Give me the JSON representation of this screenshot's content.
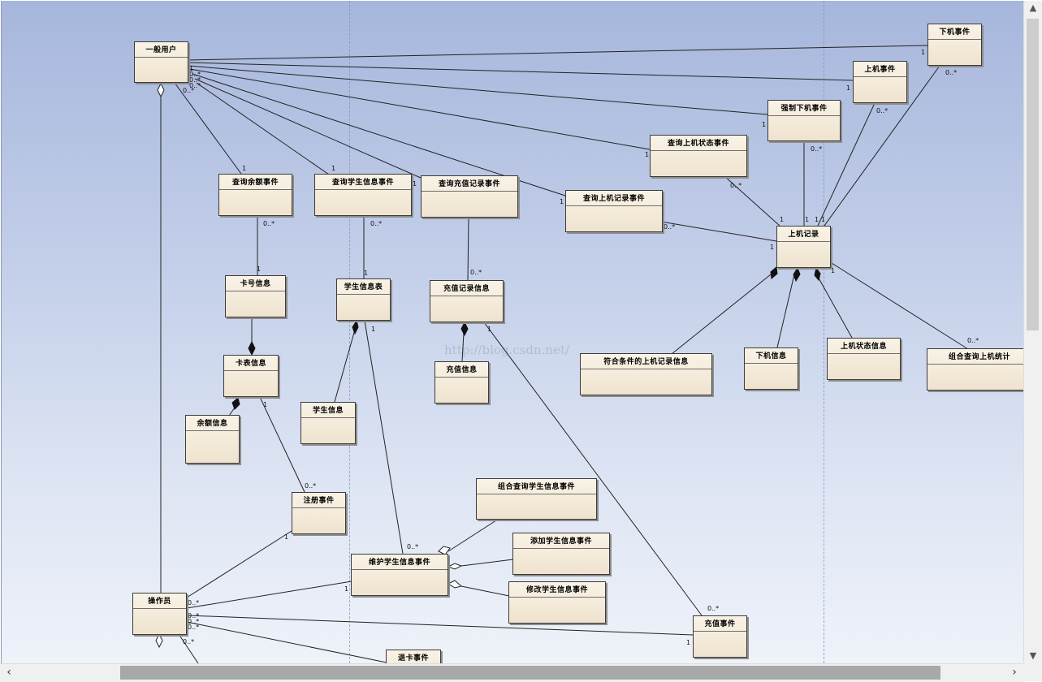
{
  "diagram": {
    "watermark": "http://blog.csdn.net/",
    "classes": {
      "general_user": "一般用户",
      "logoff_event": "下机事件",
      "logon_event": "上机事件",
      "forced_logoff_event": "强制下机事件",
      "query_logon_status_event": "查询上机状态事件",
      "query_balance_event": "查询余额事件",
      "query_student_info_event": "查询学生信息事件",
      "query_recharge_record_event": "查询充值记录事件",
      "query_logon_record_event": "查询上机记录事件",
      "logon_record": "上机记录",
      "card_number_info": "卡号信息",
      "student_info_table": "学生信息表",
      "recharge_record_info": "充值记录信息",
      "recharge_info": "充值信息",
      "matching_logon_record_info": "符合条件的上机记录信息",
      "logoff_info": "下机信息",
      "logon_status_info": "上机状态信息",
      "combined_logon_stats": "组合查询上机统计",
      "card_table_info": "卡表信息",
      "balance_info": "余额信息",
      "student_info": "学生信息",
      "register_event": "注册事件",
      "combined_query_student_event": "组合查询学生信息事件",
      "add_student_event": "添加学生信息事件",
      "maintain_student_event": "维护学生信息事件",
      "modify_student_event": "修改学生信息事件",
      "operator": "操作员",
      "recharge_event": "充值事件",
      "return_card_event": "退卡事件"
    }
  },
  "scrollbar": {
    "up_arrow": "▲",
    "down_arrow": "▼",
    "left_arrow": "‹",
    "right_arrow": "›"
  }
}
